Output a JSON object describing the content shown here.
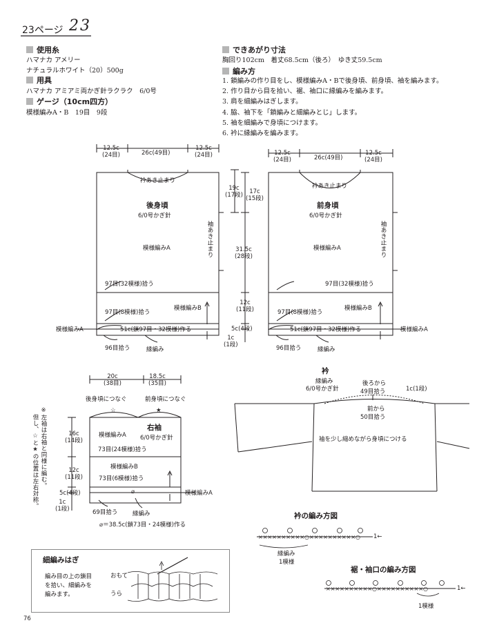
{
  "header": {
    "page_label": "23ページ",
    "page_num": "23"
  },
  "materials": {
    "yarn_title": "使用糸",
    "yarn_line1": "ハマナカ アメリー",
    "yarn_line2": "ナチュラルホワイト（20）500g",
    "tool_title": "用具",
    "tool_line": "ハマナカ アミアミ両かぎ針ラクラク　6/0号",
    "gauge_title": "ゲージ（10cm四方）",
    "gauge_line": "模様編みA・B　19目　9段"
  },
  "finished": {
    "title": "できあがり寸法",
    "line": "胸回り102cm　着丈68.5cm（後ろ）　ゆき丈59.5cm"
  },
  "method": {
    "title": "編み方",
    "steps": [
      "1. 鎖編みの作り目をし、模様編みA・Bで後身頃、前身頃、袖を編みます。",
      "2. 作り目から目を拾い、裾、袖口に縁編みを編みます。",
      "3. 肩を細編みはぎします。",
      "4. 脇、袖下を「鎖編みと細編みとじ」します。",
      "5. 袖を細編みで身頃につけます。",
      "6. 衿に縁編みを編みます。"
    ]
  },
  "back": {
    "title": "後身頃",
    "hook": "6/0号かぎ針",
    "w_left_cm": "12.5c",
    "w_left_st": "(24目)",
    "w_mid": "26c(49目)",
    "w_right_cm": "12.5c",
    "w_right_st": "(24目)",
    "collar_stop": "衿あき止まり",
    "sleeve_stop": "袖あき止まり",
    "pattern_a": "模様編みA",
    "pick_a": "97目(32模様)拾う",
    "pattern_b": "模様編みB",
    "pick_b": "97目(8模様)拾う",
    "chain": "51c(鎖97目・32模様)作る",
    "pattern_a_side": "模様編みA",
    "pick_edge": "96目拾う",
    "edge": "縁編み"
  },
  "front": {
    "title": "前身頃",
    "hook": "6/0号かぎ針",
    "w_left_cm": "12.5c",
    "w_left_st": "(24目)",
    "w_mid": "26c(49目)",
    "w_right_cm": "12.5c",
    "w_right_st": "(24目)",
    "collar_stop": "衿あき止まり",
    "sleeve_stop": "袖あき止まり",
    "pattern_a": "模様編みA",
    "pick_a": "97目(32模様)拾う",
    "pattern_b": "模様編みB",
    "pick_b": "97目(8模様)拾う",
    "chain": "51c(鎖97目・32模様)作る",
    "pattern_a_side": "模様編みA",
    "pick_edge": "96目拾う",
    "edge": "縁編み"
  },
  "mid_dims": {
    "d19": "19c",
    "d19r": "(17段)",
    "d17": "17c",
    "d17r": "(15段)",
    "d315": "31.5c",
    "d315r": "(28段)",
    "d12": "12c",
    "d12r": "(11段)",
    "d5": "5c(4段)",
    "d1": "1c",
    "d1r": "(1段)"
  },
  "sleeve": {
    "title": "右袖",
    "hook": "6/0号かぎ針",
    "w1_cm": "20c",
    "w1_st": "(38目)",
    "w2_cm": "18.5c",
    "w2_st": "(35目)",
    "join_back": "後身頃につなぐ",
    "join_front": "前身頃につなぐ",
    "star_open": "☆",
    "star_filled": "★",
    "pattern_a": "模様編みA",
    "pick_a": "73目(24模様)拾う",
    "pattern_b": "模様編みB",
    "pick_b": "73目(6模様)拾う",
    "pattern_a_side": "模様編みA",
    "circle": "⌀",
    "h16": "16c",
    "h16r": "(14段)",
    "h12": "12c",
    "h12r": "(11段)",
    "h5": "5c(4段)",
    "h1": "1c",
    "h1r": "(1段)",
    "pick_edge": "69目拾う",
    "edge": "縁編み",
    "chain_note": "⌀＝38.5c(鎖73目・24模様)作る",
    "side_note_1": "※左袖は右袖と同様に編む。",
    "side_note_2": "但し、☆と★の位置は左右対称。"
  },
  "collar": {
    "title": "衿",
    "edge": "縁編み",
    "hook": "6/0号かぎ針",
    "back_from": "後ろから",
    "back_pick": "49目拾う",
    "row": "1c(1段)",
    "front_from": "前から",
    "front_pick": "50目拾う",
    "attach": "袖を少し縮めながら身頃につける"
  },
  "collar_chart": {
    "title": "衿の編み方図",
    "edge": "縁編み",
    "repeat": "1模様",
    "row_label": "1←"
  },
  "hem_chart": {
    "title": "裾・袖口の編み方図",
    "row_label": "1←",
    "repeat": "1模様"
  },
  "seam_note": {
    "title": "細編みはぎ",
    "line1": "編み目の上の鎖目",
    "line2": "を拾い、細編みを",
    "line3": "編みます。",
    "front": "おもて",
    "back": "うら"
  },
  "footer": {
    "page_number": "76"
  }
}
